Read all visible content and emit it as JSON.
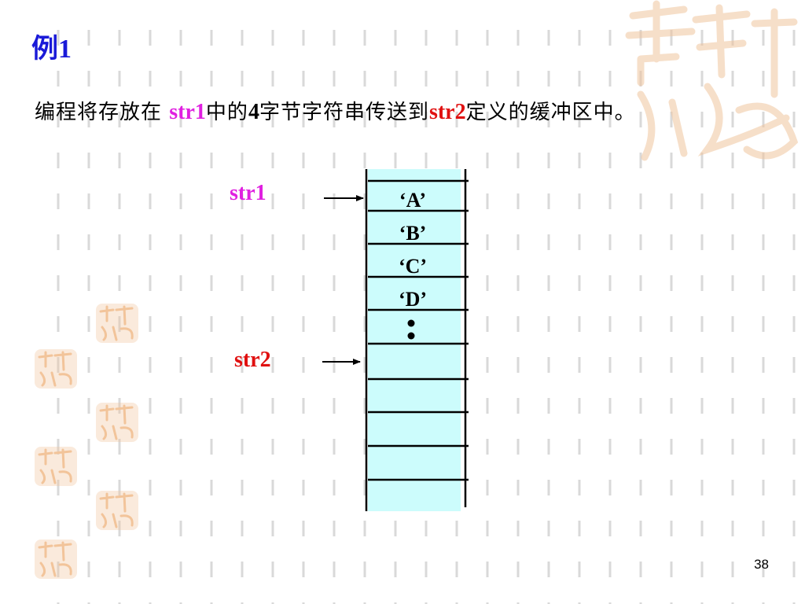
{
  "slide": {
    "title": "例1",
    "statement": {
      "part1": "编程将存放在 ",
      "kw1": "str1",
      "part2": "中的",
      "num": "4",
      "part3": "字节字符串传送到",
      "kw2": "str2",
      "part4": "定义的缓冲区中。"
    },
    "page_number": "38"
  },
  "diagram": {
    "pointers": [
      {
        "label": "str1",
        "color": "#e020e0"
      },
      {
        "label": "str2",
        "color": "#e01010"
      }
    ],
    "cells": [
      "‘A’",
      "‘B’",
      "‘C’",
      "‘D’",
      "",
      "",
      "",
      "",
      ""
    ],
    "buffer_fill": "#ccfcfc"
  },
  "theme": {
    "title_color": "#1a1ad8",
    "grid_color": "#d9d9d9",
    "seal_color": "#f2c49a"
  }
}
